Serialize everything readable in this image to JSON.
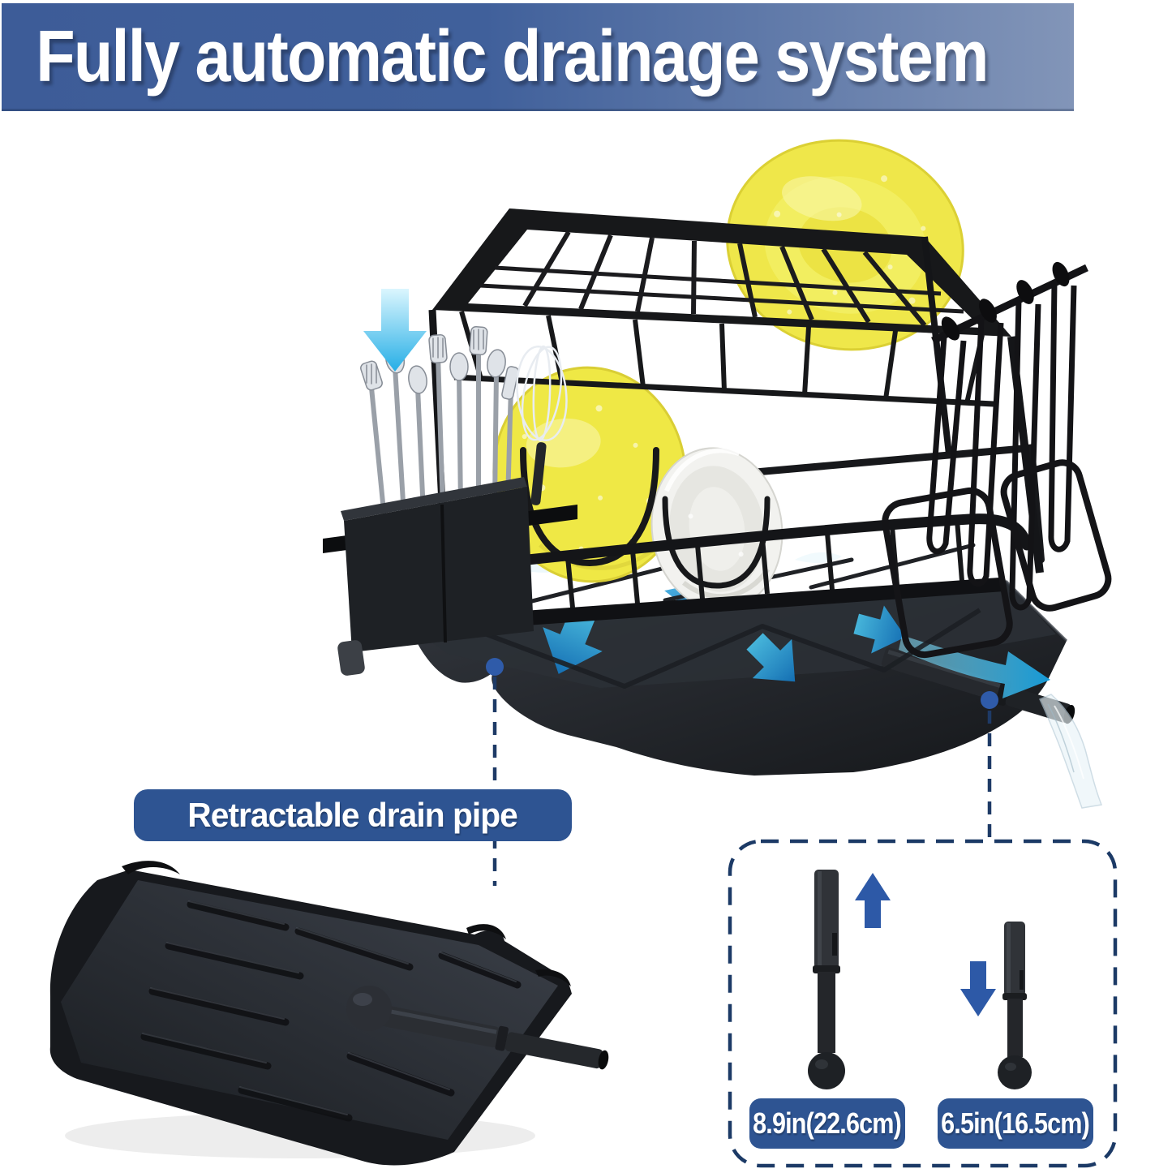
{
  "banner": {
    "title": "Fully automatic drainage system",
    "bg_gradient_left": "#3d5c98",
    "bg_gradient_right": "#8295b8",
    "text_color": "#ffffff"
  },
  "callouts": {
    "drain_pipe_label": "Retractable drain pipe"
  },
  "measurements": {
    "extended_label": "8.9in(22.6cm)",
    "retracted_label": "6.5in(16.5cm)"
  },
  "icons": {
    "gravity_arrow": "down-arrow",
    "flow_arrow": "right-arrow",
    "extend_arrow": "up-arrow",
    "retract_arrow": "down-arrow"
  },
  "colors": {
    "label_pill_bg": "#2e5492",
    "dashed_line": "#1e3a66",
    "connector_dot": "#2f5ba9",
    "direction_arrow_blue": "#2d59a7",
    "water_arrow_cyan": "#2fb9e8",
    "plate_yellow": "#efe845",
    "plate_white": "#f2f2ef",
    "rack_black": "#17181a",
    "tray_charcoal": "#24272c",
    "background": "#ffffff"
  }
}
